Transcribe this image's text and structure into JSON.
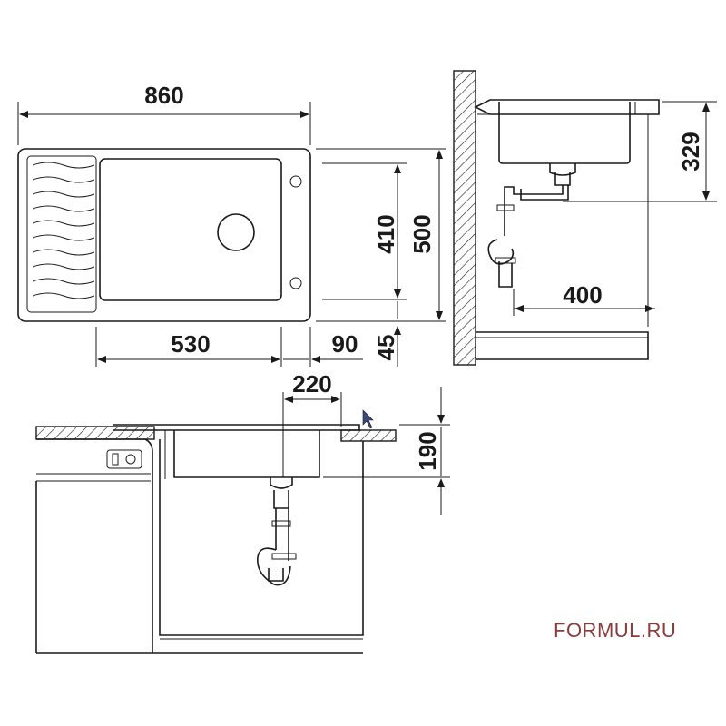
{
  "dimensions": {
    "overall_width": "860",
    "overall_depth": "500",
    "bowl_depth": "410",
    "bottom_margin": "45",
    "drainer_width": "530",
    "right_margin": "90",
    "bowl_height": "329",
    "cabinet_clearance": "400",
    "drain_offset": "220",
    "bowl_depth_front": "190"
  },
  "watermark": "FORMUL.RU",
  "colors": {
    "ink": "#1a1a1a",
    "watermark": "#8a3b3b"
  }
}
